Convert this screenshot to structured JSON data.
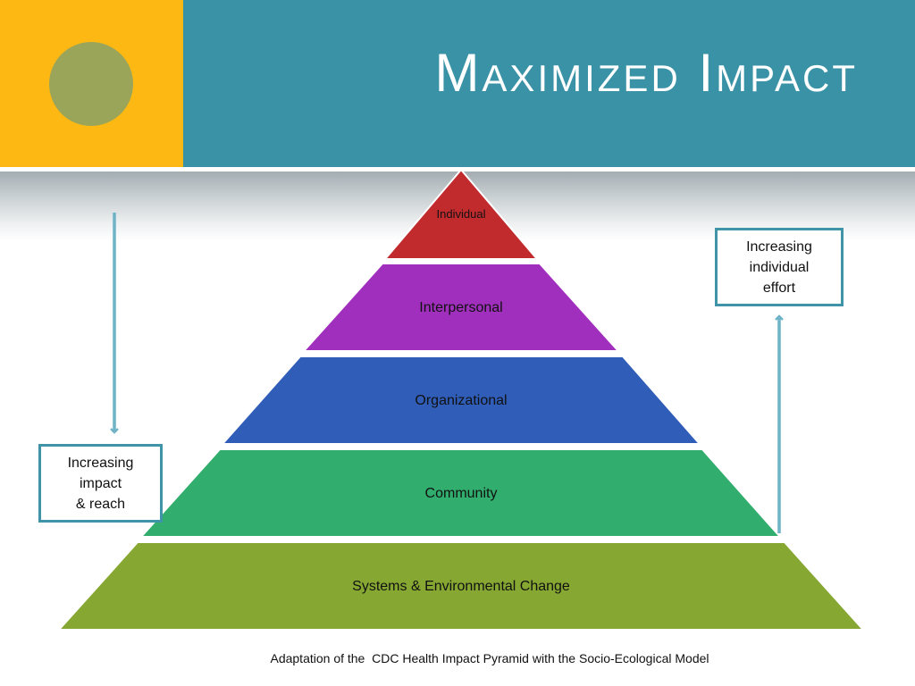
{
  "slide": {
    "title": "Maximized Impact",
    "colors": {
      "accent_yellow": "#fdb813",
      "accent_circle": "#9aa55a",
      "header_teal": "#3a92a6",
      "box_border": "#3f94a7",
      "arrow": "#6fb3c7"
    }
  },
  "pyramid": {
    "levels": [
      {
        "label": "Individual",
        "color": "#c22b2e"
      },
      {
        "label": "Interpersonal",
        "color": "#a12fbd"
      },
      {
        "label": "Organizational",
        "color": "#2f5db8"
      },
      {
        "label": "Community",
        "color": "#31ae6d"
      },
      {
        "label": "Systems & Environmental Change",
        "color": "#86a832"
      }
    ]
  },
  "left_box": {
    "lines": [
      "Increasing",
      "impact",
      "& reach"
    ],
    "arrow_direction": "down"
  },
  "right_box": {
    "lines": [
      "Increasing",
      "individual",
      "effort"
    ],
    "arrow_direction": "up"
  },
  "caption": "Adaptation of the  CDC Health Impact Pyramid with the Socio-Ecological Model"
}
